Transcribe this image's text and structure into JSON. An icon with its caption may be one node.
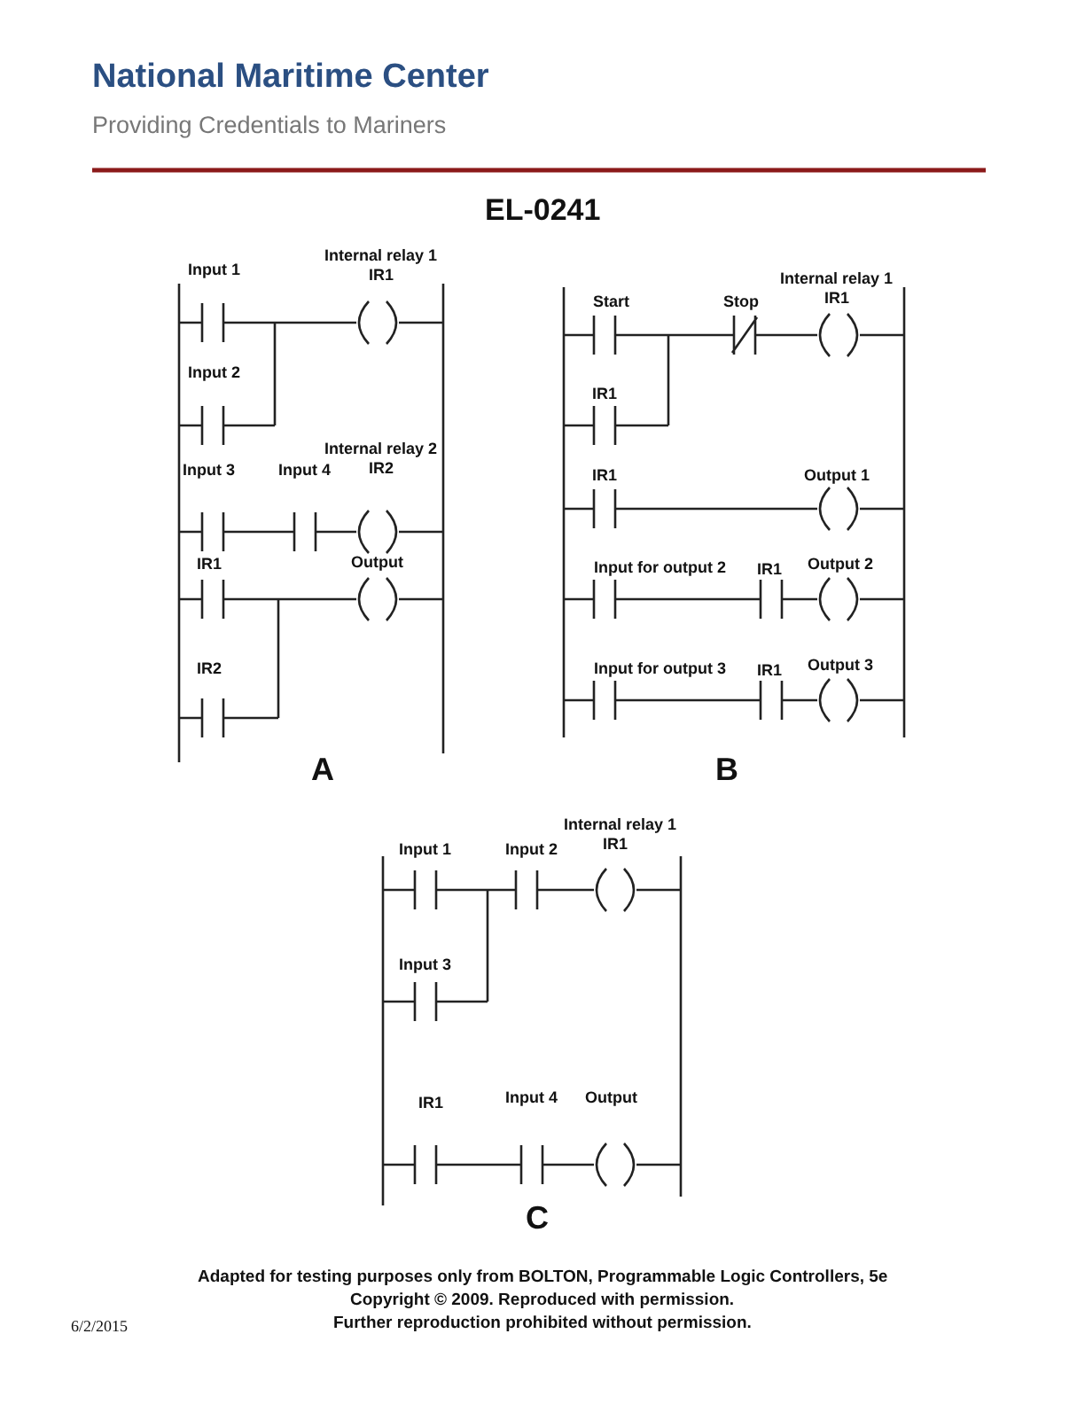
{
  "diagram": {
    "labels": [
      "National Maritime Center",
      "Providing Credentials to Mariners",
      "EL-0241",
      "Input 1",
      "Internal relay 1",
      "IR1",
      "Input 2",
      "Input 3",
      "Input 4",
      "Internal relay 2",
      "IR2",
      "IR1",
      "Output",
      "IR2",
      "A",
      "Start",
      "Stop",
      "Internal relay 1",
      "IR1",
      "IR1",
      "IR1",
      "Output 1",
      "Input for output 2",
      "IR1",
      "Output 2",
      "Input for output 3",
      "IR1",
      "Output 3",
      "B",
      "Input 1",
      "Input 2",
      "Internal relay 1",
      "IR1",
      "Input 3",
      "IR1",
      "Input 4",
      "Output",
      "C",
      "Adapted for testing purposes only from BOLTON, Programmable Logic Controllers, 5e",
      "Copyright © 2009. Reproduced with permission.",
      "6/2/2015",
      "Further reproduction prohibited without permission."
    ]
  }
}
